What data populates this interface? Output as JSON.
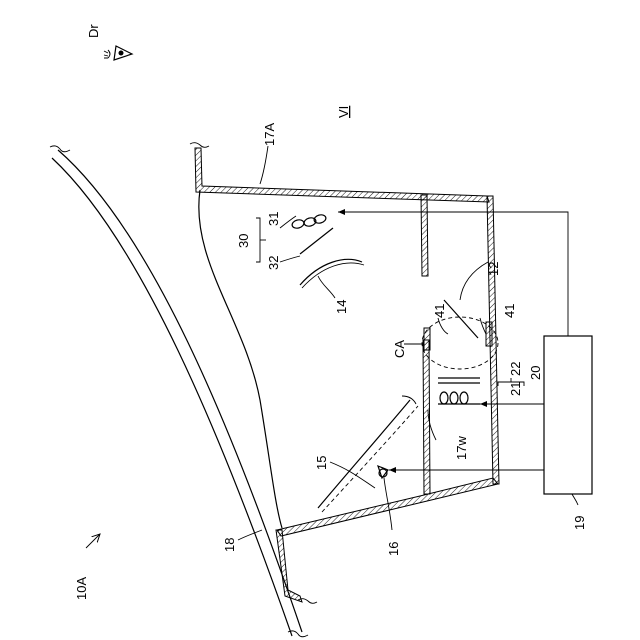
{
  "labels": {
    "dr": "Dr",
    "vi": "VI",
    "ref_10a": "10A",
    "ref_12": "12",
    "ref_14": "14",
    "ref_15": "15",
    "ref_16": "16",
    "ref_17a": "17A",
    "ref_17w": "17w",
    "ref_18": "18",
    "ref_19": "19",
    "ref_20": "20",
    "ref_21": "21",
    "ref_22": "22",
    "ref_30": "30",
    "ref_31": "31",
    "ref_32": "32",
    "ref_41_left": "41",
    "ref_41_right": "41",
    "ca": "CA"
  }
}
